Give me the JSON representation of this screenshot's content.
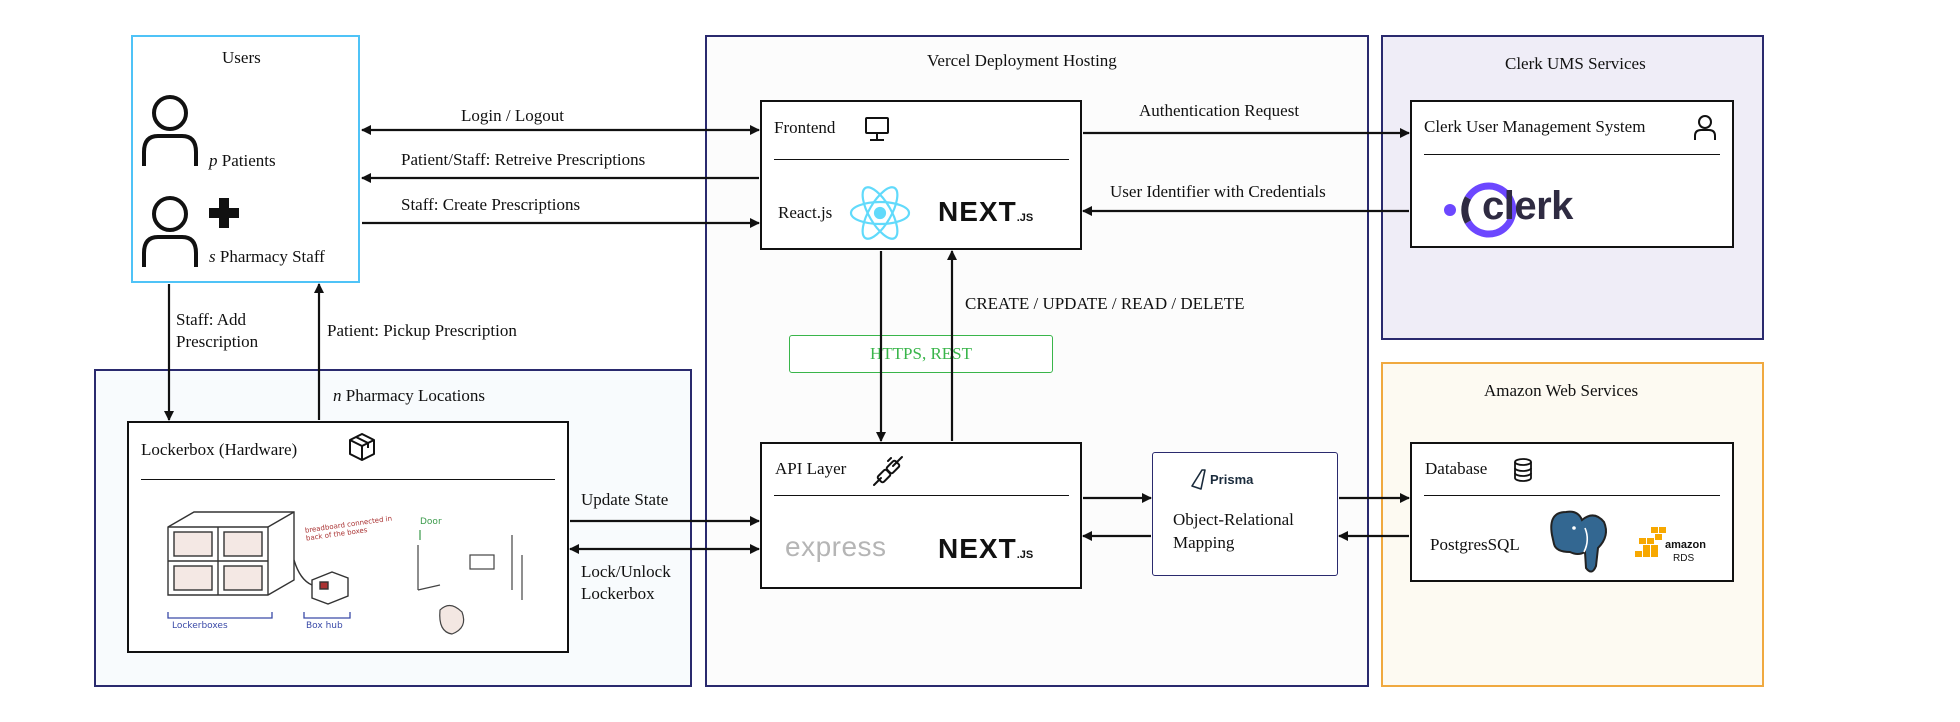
{
  "colors": {
    "users_border": "#4fc3f7",
    "pharmacy_border": "#2a2a6e",
    "vercel_border": "#2a2a6e",
    "clerk_border": "#2a2a6e",
    "clerk_bg": "#efedf7",
    "aws_border": "#f0a940",
    "aws_bg": "#fdfaf2",
    "https_green": "#39b54a",
    "react_blue": "#61dafb",
    "clerk_purple": "#6c47ff",
    "postgres_blue": "#336791",
    "amazon_orange": "#f7a800"
  },
  "users": {
    "title": "Users",
    "patients_var": "p",
    "patients_label": "Patients",
    "staff_var": "s",
    "staff_label": "Pharmacy Staff"
  },
  "vercel": {
    "title": "Vercel Deployment Hosting",
    "frontend_label": "Frontend",
    "react_label": "React.js",
    "next_logo": "NEXT",
    "next_sub": ".JS",
    "https_label": "HTTPS, REST",
    "crud_label": "CREATE / UPDATE / READ / DELETE",
    "api_label": "API Layer",
    "express_logo": "express"
  },
  "clerk": {
    "title": "Clerk UMS Services",
    "ums_label": "Clerk User Management System",
    "logo_text": "clerk"
  },
  "aws": {
    "title": "Amazon Web Services",
    "db_label": "Database",
    "postgres_label": "PostgresSQL",
    "amazon_text": "amazon",
    "rds_text": "RDS"
  },
  "pharmacy": {
    "count_var": "n",
    "title": "Pharmacy Locations",
    "lockerbox_label": "Lockerbox (Hardware)",
    "sketch": {
      "breadboard": "breadboard connected in back of the boxes",
      "door": "Door",
      "lockerboxes": "Lockerboxes",
      "box_hub": "Box hub"
    }
  },
  "prisma": {
    "logo_text": "Prisma",
    "orm_line1": "Object-Relational",
    "orm_line2": "Mapping"
  },
  "arrows": {
    "login_logout": "Login / Logout",
    "retrieve": "Patient/Staff: Retreive Prescriptions",
    "create": "Staff: Create Prescriptions",
    "auth_request": "Authentication Request",
    "user_identifier": "User Identifier with Credentials",
    "staff_add_1": "Staff: Add",
    "staff_add_2": "Prescription",
    "pickup": "Patient: Pickup Prescription",
    "update_state": "Update State",
    "lock_1": "Lock/Unlock",
    "lock_2": "Lockerbox"
  }
}
